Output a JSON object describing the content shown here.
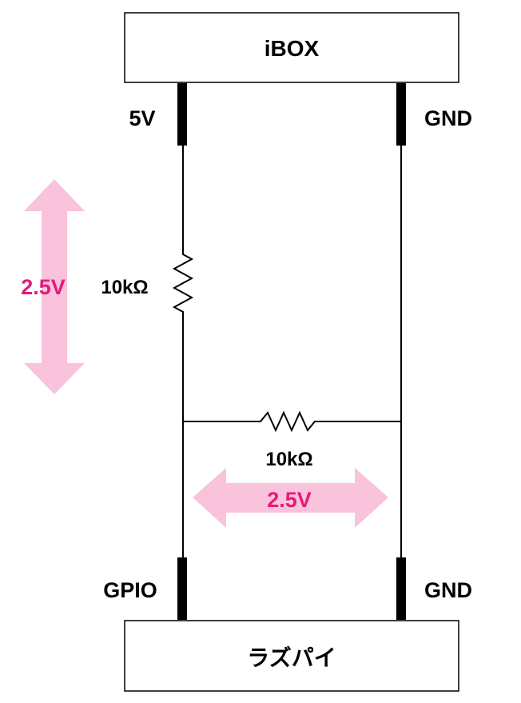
{
  "blocks": {
    "top": "iBOX",
    "bottom": "ラズパイ"
  },
  "pins": {
    "top_left": "5V",
    "top_right": "GND",
    "bottom_left": "GPIO",
    "bottom_right": "GND"
  },
  "resistors": {
    "vertical": "10kΩ",
    "horizontal": "10kΩ"
  },
  "voltages": {
    "vertical": "2.5V",
    "horizontal": "2.5V"
  },
  "colors": {
    "arrow": "#f9c3dc",
    "voltage_text": "#e6197a",
    "line": "#000000"
  }
}
